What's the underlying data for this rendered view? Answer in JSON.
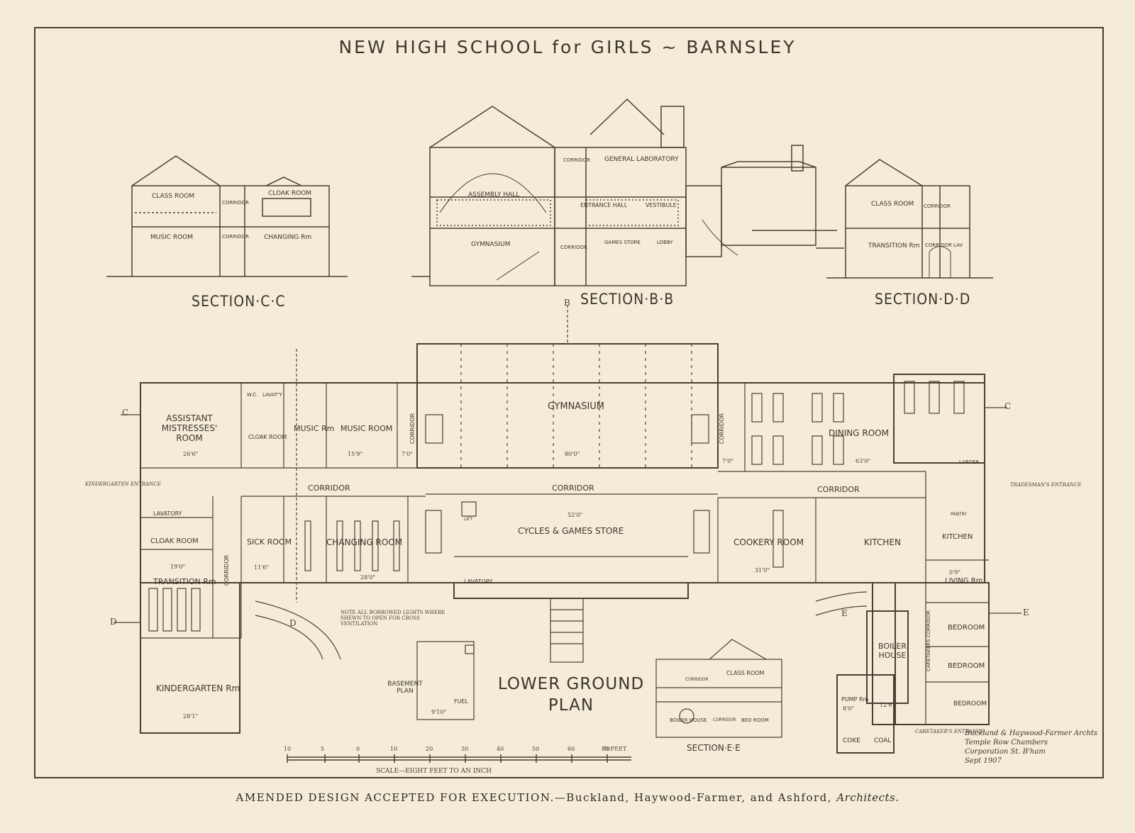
{
  "title": "NEW HIGH SCHOOL for GIRLS ~ BARNSLEY",
  "caption": {
    "main": "AMENDED DESIGN ACCEPTED FOR EXECUTION.—Buckland, Haywood-Farmer, and Ashford,",
    "italic": "Architects."
  },
  "sections": {
    "cc": {
      "label": "SECTION·C·C",
      "rooms": [
        "CLASS ROOM",
        "CORRIDOR",
        "CLOAK ROOM",
        "MUSIC ROOM",
        "CORRIDOR",
        "CHANGING Rm"
      ]
    },
    "bb": {
      "label": "SECTION·B·B",
      "rooms": [
        "GENERAL LABORATORY",
        "CORRIDOR",
        "ASSEMBLY HALL",
        "ENTRANCE HALL",
        "VESTIBULE",
        "GYMNASIUM",
        "CORRIDOR",
        "GAMES STORE",
        "LOBBY"
      ]
    },
    "dd": {
      "label": "SECTION·D·D",
      "rooms": [
        "CLASS ROOM",
        "CORRIDOR",
        "TRANSITION Rm",
        "CORRIDOR",
        "LAV"
      ]
    },
    "ee": {
      "label": "SECTION·E·E",
      "rooms": [
        "CLASS ROOM",
        "CORRIDOR",
        "BOILER HOUSE",
        "CORRIDOR",
        "BED ROOM"
      ]
    }
  },
  "plan": {
    "title_line1": "LOWER GROUND",
    "title_line2": "PLAN",
    "rooms": {
      "assistant": "ASSISTANT MISTRESSES' ROOM",
      "wc1": "W.C.",
      "lav1": "LAVAT'Y",
      "cloak1": "CLOAK ROOM",
      "music1": "MUSIC Rm",
      "music2": "MUSIC ROOM",
      "corridor_v1": "CORRIDOR",
      "gym": "GYMNASIUM",
      "corridor_v2": "CORRIDOR",
      "dining": "DINING ROOM",
      "larder": "LARDER",
      "corridor_left": "CORRIDOR",
      "corridor_mid": "CORRIDOR",
      "corridor_right": "CORRIDOR",
      "lavatory1": "LAVATORY",
      "cloak2": "CLOAK ROOM",
      "sick": "SICK ROOM",
      "changing": "CHANGING ROOM",
      "lift": "LIFT",
      "cycles": "CYCLES & GAMES STORE",
      "cookery": "COOKERY ROOM",
      "kitchen1": "KITCHEN",
      "pantry": "PANTRY",
      "kitchen2": "KITCHEN",
      "transition": "TRANSITION Rm",
      "corridor_vert": "CORRIDOR",
      "lavatory2": "LAVATORY",
      "living": "LIVING Rm",
      "bedroom1": "BEDROOM",
      "bedroom2": "BEDROOM",
      "bedroom3": "BEDROOM",
      "caretakers_corridor": "CARETAKERS CORRIDOR",
      "kindergarten": "KINDERGARTEN Rm",
      "basement": "BASEMENT PLAN",
      "fuel": "FUEL",
      "boiler": "BOILER HOUSE",
      "pump": "PUMP Rm",
      "coke": "COKE",
      "coal": "COAL"
    },
    "entrances": {
      "kindergarten": "KINDERGARTEN ENTRANCE",
      "tradesmans": "TRADESMAN'S ENTRANCE",
      "caretakers": "CARETAKER'S ENTRANCE"
    },
    "dimensions": {
      "assistant": "26'6\"",
      "music": "15'9\"",
      "corr1": "7'0\"",
      "gym": "80'0\"",
      "corr2": "7'0\"",
      "dining": "63'0\"",
      "changing": "28'0\"",
      "sick": "11'6\"",
      "cycles": "52'0\"",
      "transition": "19'0\"",
      "kindergarten": "28'1\"",
      "cookery": "31'0\"",
      "living": "0'9\"",
      "pump": "8'0\"",
      "basement": "9'10\"",
      "boiler": "12'6\""
    },
    "note": "NOTE ALL BORROWED LIGHTS WHERE SHEWN TO OPEN FOR CROSS VENTILATION",
    "section_markers": [
      "C",
      "C",
      "B",
      "D",
      "D",
      "E",
      "E"
    ]
  },
  "scale": {
    "label": "SCALE—EIGHT FEET TO AN INCH",
    "ticks": [
      "10",
      "5",
      "0",
      "10",
      "20",
      "30",
      "40",
      "50",
      "60",
      "70",
      "80 FEET"
    ]
  },
  "signature": [
    "Buckland & Haywood-Farmer Archts",
    "Temple Row Chambers",
    "Corporation St. B'ham",
    "Sept 1907"
  ]
}
